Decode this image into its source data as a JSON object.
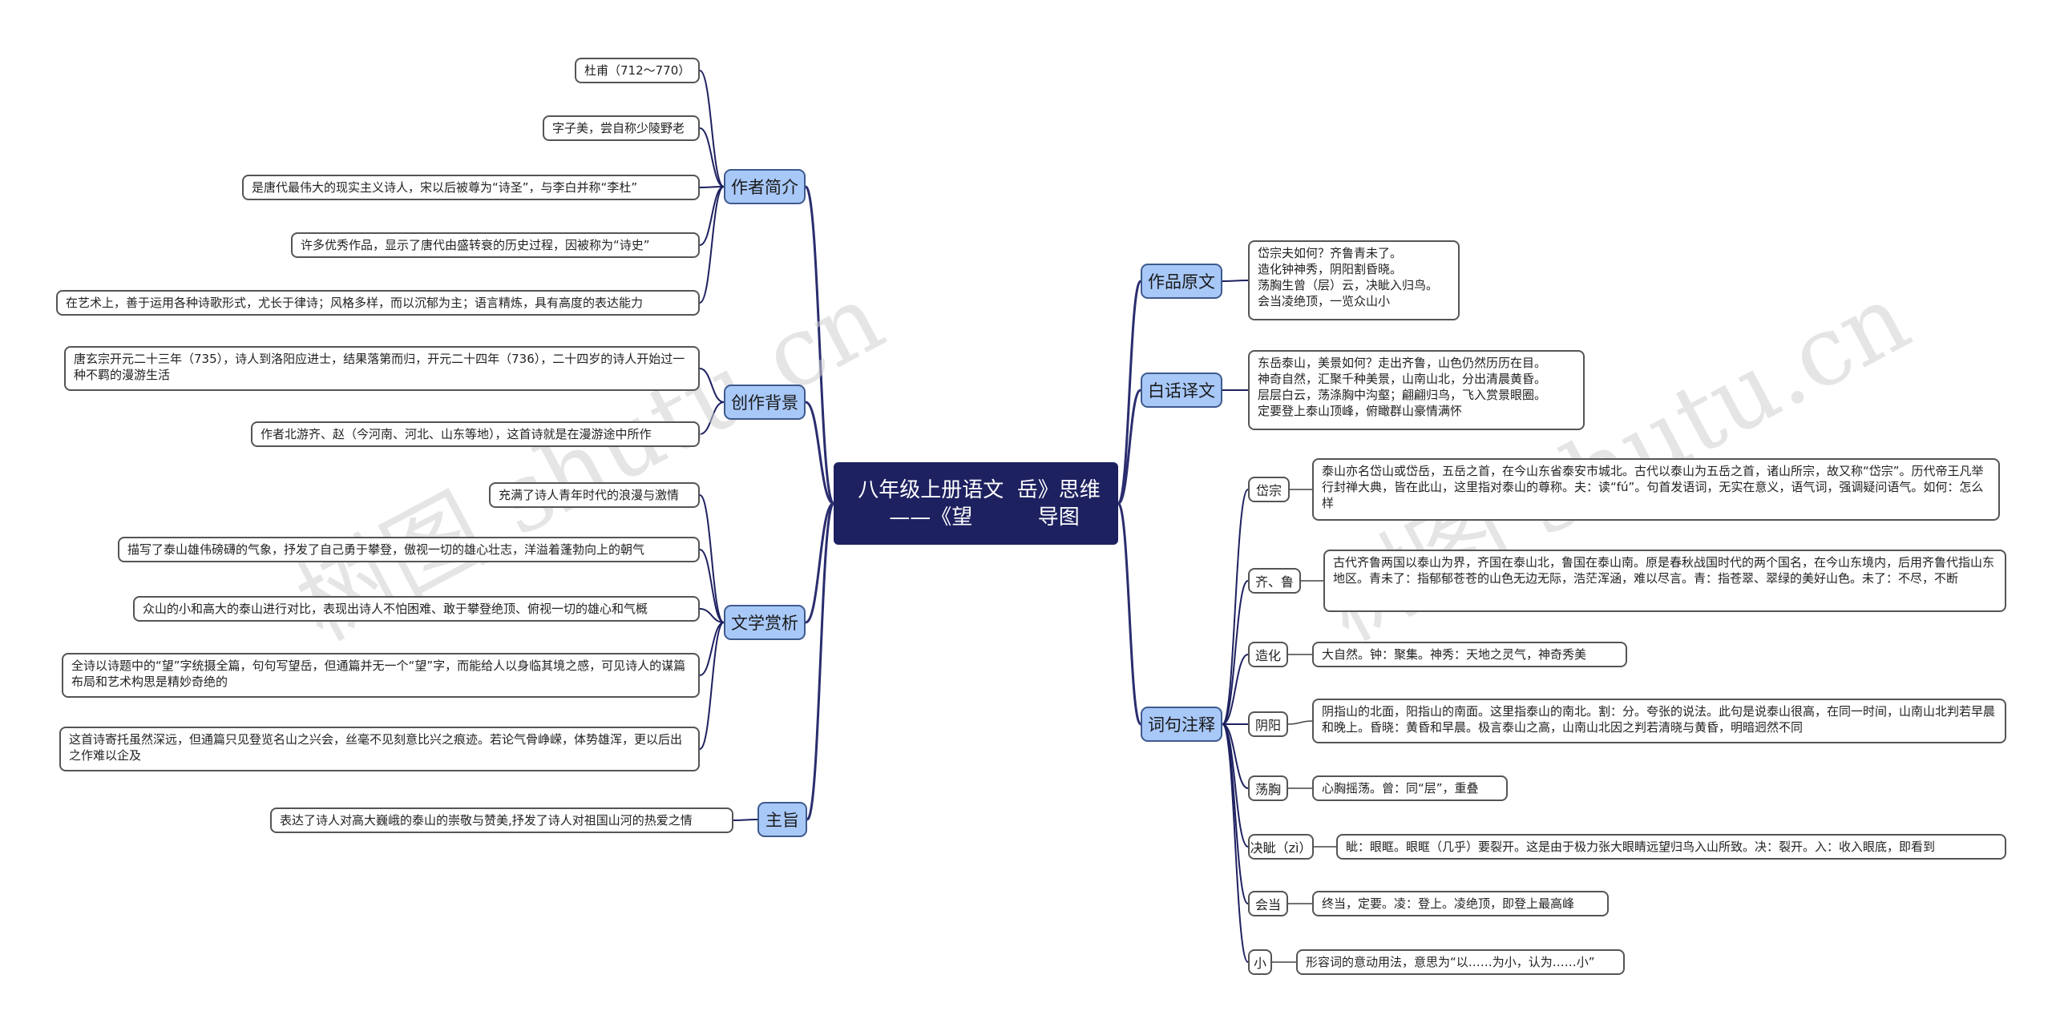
{
  "root": {
    "title_line1": "八年级上册语文——《望",
    "title_line2": "岳》思维导图"
  },
  "watermark": "树图 shutu.cn",
  "left_branches": {
    "author": {
      "label": "作者简介",
      "items": [
        "杜甫（712～770）",
        "字子美，尝自称少陵野老",
        "是唐代最伟大的现实主义诗人，宋以后被尊为“诗圣”，与李白并称“李杜”",
        "许多优秀作品，显示了唐代由盛转衰的历史过程，因被称为“诗史”",
        "在艺术上，善于运用各种诗歌形式，尤长于律诗；风格多样，而以沉郁为主；语言精炼，具有高度的表达能力"
      ]
    },
    "background": {
      "label": "创作背景",
      "items": [
        "唐玄宗开元二十三年（735），诗人到洛阳应进士，结果落第而归，开元二十四年（736），二十四岁的诗人开始过一种不羁的漫游生活",
        "作者北游齐、赵（今河南、河北、山东等地），这首诗就是在漫游途中所作"
      ]
    },
    "appreciation": {
      "label": "文学赏析",
      "items": [
        "充满了诗人青年时代的浪漫与激情",
        "描写了泰山雄伟磅礴的气象，抒发了自己勇于攀登，傲视一切的雄心壮志，洋溢着蓬勃向上的朝气",
        "众山的小和高大的泰山进行对比，表现出诗人不怕困难、敢于攀登绝顶、俯视一切的雄心和气概",
        "全诗以诗题中的“望”字统摄全篇，句句写望岳，但通篇并无一个“望”字，而能给人以身临其境之感，可见诗人的谋篇布局和艺术构思是精妙奇绝的",
        "这首诗寄托虽然深远，但通篇只见登览名山之兴会，丝毫不见刻意比兴之痕迹。若论气骨峥嵘，体势雄浑，更以后出之作难以企及"
      ]
    },
    "theme": {
      "label": "主旨",
      "items": [
        "表达了诗人对高大巍峨的泰山的崇敬与赞美,抒发了诗人对祖国山河的热爱之情"
      ]
    }
  },
  "right_branches": {
    "original": {
      "label": "作品原文",
      "text": "岱宗夫如何？齐鲁青未了。\n造化钟神秀，阴阳割昏晓。\n荡胸生曾（层）云，决眦入归鸟。\n会当凌绝顶，一览众山小"
    },
    "translation": {
      "label": "白话译文",
      "text": "东岳泰山，美景如何？走出齐鲁，山色仍然历历在目。\n神奇自然，汇聚千种美景，山南山北，分出清晨黄昏。\n层层白云，荡涤胸中沟壑；翩翩归鸟，飞入赏景眼圈。\n定要登上泰山顶峰，俯瞰群山豪情满怀"
    },
    "notes": {
      "label": "词句注释",
      "terms": [
        {
          "term": "岱宗",
          "explanation": "泰山亦名岱山或岱岳，五岳之首，在今山东省泰安市城北。古代以泰山为五岳之首，诸山所宗，故又称“岱宗”。历代帝王凡举行封禅大典，皆在此山，这里指对泰山的尊称。夫：读“fú”。句首发语词，无实在意义，语气词，强调疑问语气。如何：怎么样"
        },
        {
          "term": "齐、鲁",
          "explanation": "古代齐鲁两国以泰山为界，齐国在泰山北，鲁国在泰山南。原是春秋战国时代的两个国名，在今山东境内，后用齐鲁代指山东地区。青未了：指郁郁苍苍的山色无边无际，浩茫浑涵，难以尽言。青：指苍翠、翠绿的美好山色。未了：不尽，不断"
        },
        {
          "term": "造化",
          "explanation": "大自然。钟：聚集。神秀：天地之灵气，神奇秀美"
        },
        {
          "term": "阴阳",
          "explanation": "阴指山的北面，阳指山的南面。这里指泰山的南北。割：分。夸张的说法。此句是说泰山很高，在同一时间，山南山北判若早晨和晚上。昏晓：黄昏和早晨。极言泰山之高，山南山北因之判若清晓与黄昏，明暗迥然不同"
        },
        {
          "term": "荡胸",
          "explanation": "心胸摇荡。曾：同“层”，重叠"
        },
        {
          "term": "决眦（zì）",
          "explanation": "眦：眼眶。眼眶（几乎）要裂开。这是由于极力张大眼睛远望归鸟入山所致。决：裂开。入：收入眼底，即看到"
        },
        {
          "term": "会当",
          "explanation": "终当，定要。凌：登上。凌绝顶，即登上最高峰"
        },
        {
          "term": "小",
          "explanation": "形容词的意动用法，意思为“以……为小，认为……小”"
        }
      ]
    }
  }
}
